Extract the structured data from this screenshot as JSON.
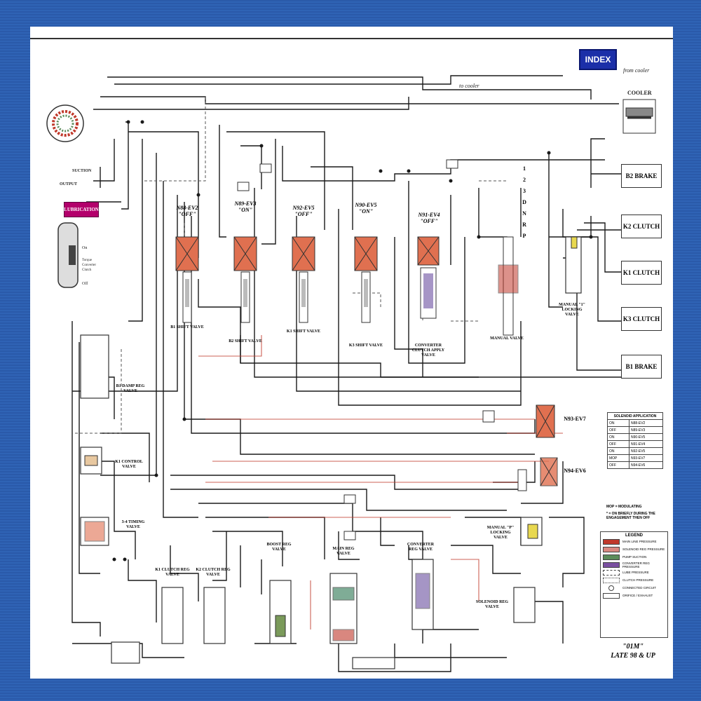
{
  "header": {
    "index_label": "INDEX"
  },
  "cooler": {
    "from_label": "from cooler",
    "to_label": "to cooler",
    "title": "COOLER"
  },
  "left": {
    "suction": "SUCTION",
    "output": "OUTPUT",
    "lubrication": "LUBRICATION",
    "tcc_on": "On",
    "tcc_caption1": "Torque",
    "tcc_caption2": "Converter",
    "tcc_caption3": "Clutch",
    "tcc_off": "Off"
  },
  "solenoids": [
    {
      "name": "N88-EV2",
      "state": "\"OFF\"",
      "valve": "B1 SHIFT VALVE"
    },
    {
      "name": "N89-EV3",
      "state": "\"ON\"",
      "valve": "B2 SHIFT VALVE"
    },
    {
      "name": "N92-EV5",
      "state": "\"OFF\"",
      "valve": "K1 SHIFT VALVE"
    },
    {
      "name": "N90-EV5",
      "state": "\"ON\"",
      "valve": "K3 SHIFT VALVE"
    },
    {
      "name": "N91-EV4",
      "state": "\"OFF\"",
      "valve": "CONVERTER CLUTCH APPLY VALVE"
    }
  ],
  "gears": [
    "1",
    "2",
    "3",
    "D",
    "N",
    "R",
    "P"
  ],
  "outputs": [
    "B2 BRAKE",
    "K2 CLUTCH",
    "K1 CLUTCH",
    "K3 CLUTCH",
    "B1 BRAKE"
  ],
  "valves": {
    "manual": "MANUAL VALVE",
    "manual_locking": "MANUAL \"1\" LOCKING VALVE",
    "b1_damp": "B1 DAMP REG VALVE",
    "k1_control": "K1 CONTROL VALVE",
    "timing": "3-4 TIMING VALVE",
    "k1_clutch_reg": "K1 CLUTCH REG VALVE",
    "k2_clutch_reg": "K2 CLUTCH REG VALVE",
    "boost": "BOOST REG VALVE",
    "main_reg": "MAIN REG VALVE",
    "converter_reg": "CONVERTER REG VALVE",
    "manual_p_locking": "MANUAL \"P\" LOCKING VALVE",
    "solenoid_reg": "SOLENOID REG VALVE",
    "n93": "N93-EV7",
    "n94": "N94-EV6"
  },
  "solenoid_application": {
    "title": "SOLENOID APPLICATION",
    "rows": [
      [
        "ON",
        "N88-EV2"
      ],
      [
        "OFF",
        "N89-EV3"
      ],
      [
        "ON",
        "N90-EV5"
      ],
      [
        "OFF",
        "N91-EV4"
      ],
      [
        "ON",
        "N92-EV5"
      ],
      [
        "MOP",
        "N93-EV7"
      ],
      [
        "OFF",
        "N94-EV6"
      ]
    ],
    "note1": "MOP = MODULATING",
    "note2": "* = ON BRIEFLY DURING THE ENGAGEMENT THEN OFF"
  },
  "legend": {
    "title": "LEGEND",
    "items": [
      {
        "label": "MAIN LINE PRESSURE",
        "color": "#c0392b"
      },
      {
        "label": "SOLENOID REG PRESSURE",
        "color": "#d98880"
      },
      {
        "label": "PUMP SUCTION",
        "color": "#5b8c5a"
      },
      {
        "label": "CONVERTER REG PRESSURE",
        "color": "#7a4fa0"
      },
      {
        "label": "LUBE PRESSURE",
        "color": "#ffffff"
      },
      {
        "label": "CLUTCH PRESSURE",
        "color": "#ffffff"
      },
      {
        "label": "CONNECTED CIRCUIT",
        "color": "#ffffff"
      },
      {
        "label": "ORIFICE / EXHAUST",
        "color": "#ffffff"
      }
    ]
  },
  "model": {
    "code": "\"01M\"",
    "years": "LATE 98 & UP"
  },
  "colors": {
    "main": "#1a1a1a",
    "main_pressure": "#c0392b",
    "solenoid_fill": "#e07050",
    "accent": "#1b2fa8"
  }
}
